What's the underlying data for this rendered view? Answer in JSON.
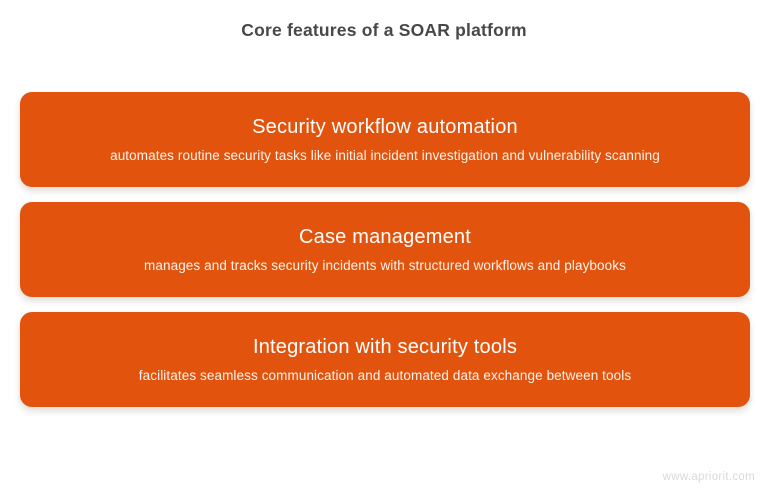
{
  "title": "Core features of a SOAR platform",
  "watermark": "www.apriorit.com",
  "colors": {
    "card_orange": "#e2540d",
    "title_gray": "#48484b",
    "card_text": "#ffffff",
    "watermark_gray": "#d9d9d9"
  },
  "features": [
    {
      "heading": "Security workflow automation",
      "description": "automates routine security tasks like initial incident investigation and vulnerability scanning"
    },
    {
      "heading": "Case management",
      "description": "manages and tracks security incidents with structured workflows and playbooks"
    },
    {
      "heading": "Integration with security tools",
      "description": "facilitates seamless communication and automated data exchange between tools"
    }
  ]
}
